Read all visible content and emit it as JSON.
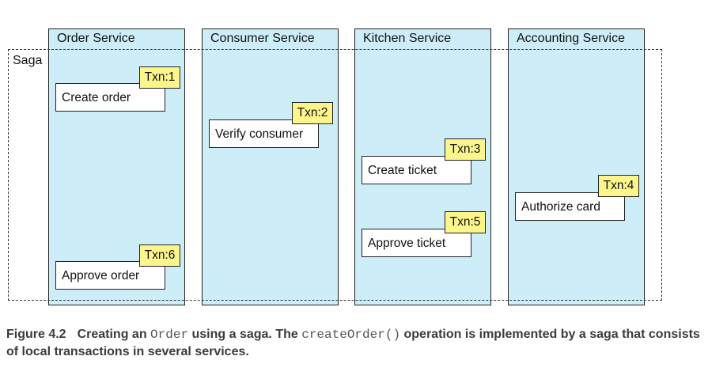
{
  "services": [
    {
      "title": "Order Service"
    },
    {
      "title": "Consumer Service"
    },
    {
      "title": "Kitchen Service"
    },
    {
      "title": "Accounting Service"
    }
  ],
  "saga_label": "Saga",
  "steps": [
    {
      "label": "Create order",
      "txn": "Txn:1"
    },
    {
      "label": "Verify consumer",
      "txn": "Txn:2"
    },
    {
      "label": "Create ticket",
      "txn": "Txn:3"
    },
    {
      "label": "Authorize card",
      "txn": "Txn:4"
    },
    {
      "label": "Approve ticket",
      "txn": "Txn:5"
    },
    {
      "label": "Approve order",
      "txn": "Txn:6"
    }
  ],
  "caption": {
    "figure": "Figure 4.2",
    "part1": "Creating an ",
    "code1": "Order",
    "part2": " using a saga. The ",
    "code2": "createOrder()",
    "part3": " operation is implemented by a saga that consists of local transactions in several services."
  },
  "colors": {
    "service_fill": "#cdeef8",
    "txn_fill": "#fbf58c",
    "step_fill": "#ffffff"
  }
}
